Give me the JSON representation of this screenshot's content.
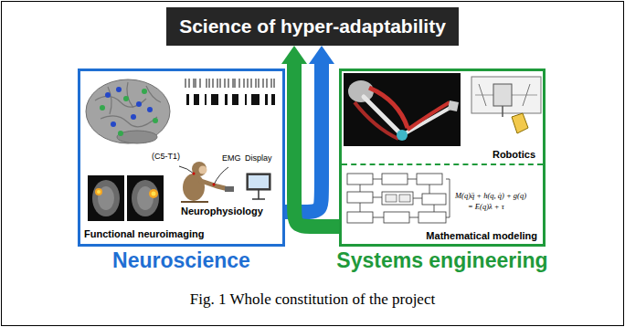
{
  "diagram": {
    "caption": "Fig. 1 Whole constitution of the project",
    "nodes": [
      {
        "text": [
          "Science of hyper-adaptability"
        ]
      },
      {
        "text": [
          "Neuroscience"
        ]
      },
      {
        "text": [
          "Systems engineering"
        ]
      },
      {
        "text": [
          "Robotics"
        ],
        "in": 2
      },
      {
        "text": [
          "Mathematical modeling"
        ],
        "in": 2
      }
    ],
    "edges": [
      {
        "from": 1,
        "to": 0,
        "arrow": "to"
      },
      {
        "from": 2,
        "to": 0,
        "arrow": "to"
      }
    ],
    "labels": [
      "Functional neuroimaging",
      "Neurophysiology",
      "(C5-T1)",
      "EMG",
      "Display",
      "M(q)q̈ + h(q, q̇) + g(q)",
      "= E(q)λ + τ"
    ]
  }
}
